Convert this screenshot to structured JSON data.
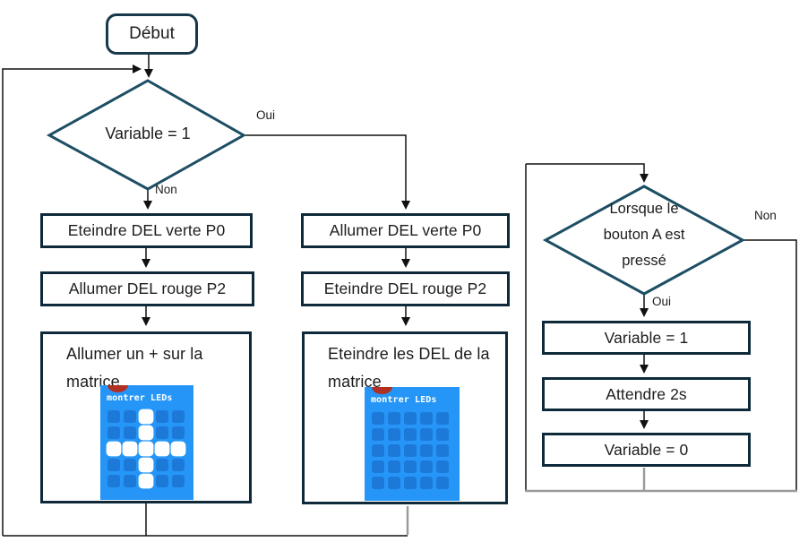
{
  "diagram": {
    "start_label": "Début",
    "main_decision": {
      "label": "Variable = 1",
      "yes": "Oui",
      "no": "Non"
    },
    "branch_non": {
      "step1": "Eteindre DEL verte P0",
      "step2": "Allumer DEL rouge P2",
      "step3": "Allumer un + sur la matrice",
      "led_block": {
        "title": "montrer LEDs",
        "pattern": [
          [
            0,
            0,
            1,
            0,
            0
          ],
          [
            0,
            0,
            1,
            0,
            0
          ],
          [
            1,
            1,
            1,
            1,
            1
          ],
          [
            0,
            0,
            1,
            0,
            0
          ],
          [
            0,
            0,
            1,
            0,
            0
          ]
        ]
      }
    },
    "branch_oui": {
      "step1": "Allumer DEL verte P0",
      "step2": "Eteindre DEL rouge P2",
      "step3": "Eteindre les DEL de la matrice",
      "led_block": {
        "title": "montrer LEDs",
        "pattern": [
          [
            0,
            0,
            0,
            0,
            0
          ],
          [
            0,
            0,
            0,
            0,
            0
          ],
          [
            0,
            0,
            0,
            0,
            0
          ],
          [
            0,
            0,
            0,
            0,
            0
          ],
          [
            0,
            0,
            0,
            0,
            0
          ]
        ]
      }
    },
    "button_loop": {
      "decision_lines": [
        "Lorsque le",
        "bouton A est",
        "pressé"
      ],
      "yes": "Oui",
      "no": "Non",
      "step1": "Variable = 1",
      "step2": "Attendre 2s",
      "step3": "Variable = 0"
    },
    "colors": {
      "process_border": "#0e2a3a",
      "decision_border": "#1d4e63",
      "makecode_blue": "#2596f7",
      "led_off_blue": "#1d79d8",
      "led_on": "#ffffff",
      "block_red": "#b03024",
      "connector_black": "#111111",
      "connector_gray": "#9a9a9a"
    }
  }
}
